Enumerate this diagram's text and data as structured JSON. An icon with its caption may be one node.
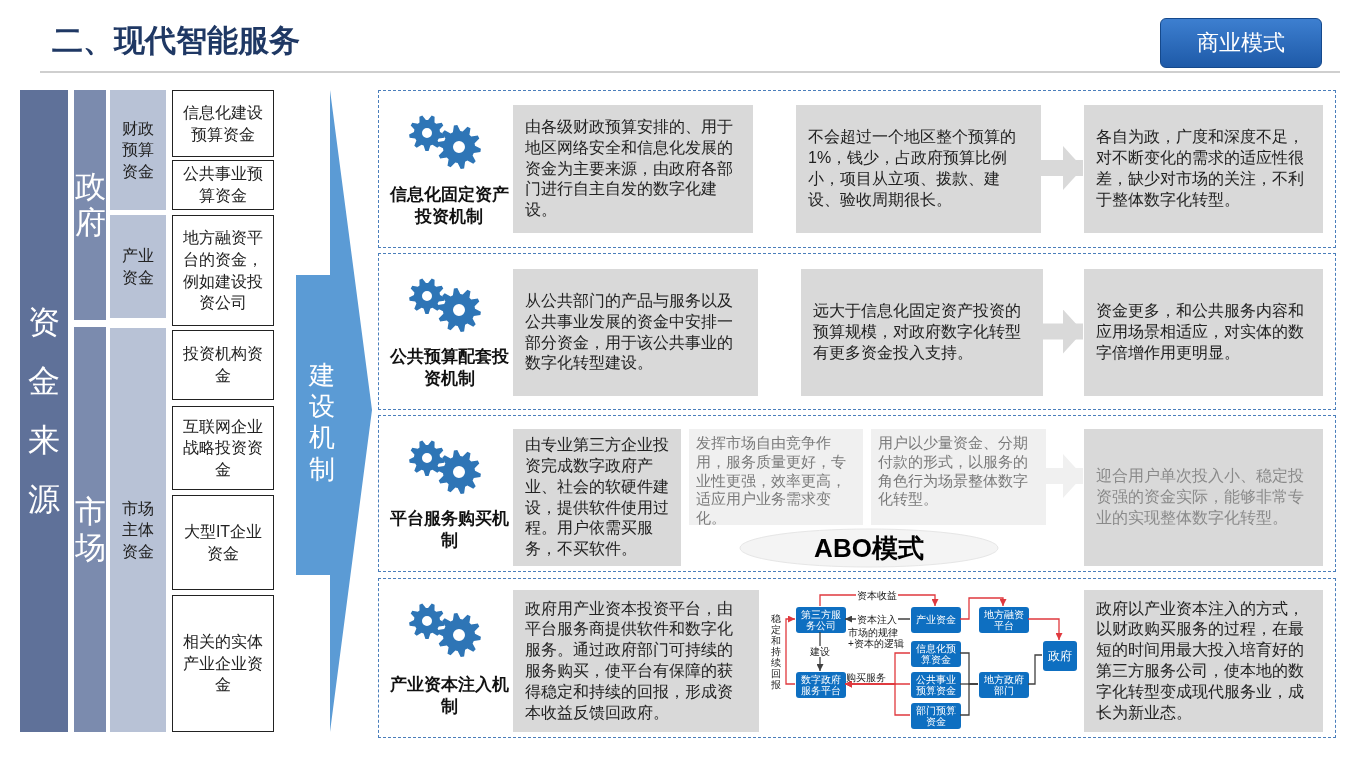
{
  "diagram": {
    "title": "二、现代智能服务",
    "nodes": [
      {
        "text": [
          "资金来源"
        ]
      },
      {
        "text": [
          "政府"
        ]
      },
      {
        "text": [
          "市场"
        ]
      },
      {
        "text": [
          "财政预算资金"
        ]
      },
      {
        "text": [
          "产业资金"
        ]
      },
      {
        "text": [
          "市场主体资金"
        ]
      },
      {
        "text": [
          "信息化建设预算资金"
        ]
      },
      {
        "text": [
          "公共事业预算资金"
        ]
      },
      {
        "text": [
          "地方融资平台的资金，例如建设投资公司"
        ]
      },
      {
        "text": [
          "投资机构资金"
        ]
      },
      {
        "text": [
          "互联网企业战略投资资金"
        ]
      },
      {
        "text": [
          "大型IT企业资金"
        ]
      },
      {
        "text": [
          "相关的实体产业企业资金"
        ]
      },
      {
        "text": [
          "建设机制"
        ]
      },
      {
        "text": [
          "商业模式"
        ]
      },
      {
        "text": [],
        "shape": "box"
      },
      {
        "text": [
          "信息化固定资产投资机制"
        ],
        "in": 15
      },
      {
        "text": [
          "由各级财政预算安排的、用于地区网络安全和信息化发展的资金为主要来源，由政府各部门进行自主自发的数字化建设。"
        ],
        "in": 15
      },
      {
        "text": [
          "不会超过一个地区整个预算的1%，钱少，占政府预算比例小，项目从立项、拨款、建设、验收周期很长。"
        ],
        "in": 15
      },
      {
        "text": [
          "各自为政，广度和深度不足，对不断变化的需求的适应性很差，缺少对市场的关注，不利于整体数字化转型。"
        ],
        "in": 15
      },
      {
        "text": [],
        "shape": "box"
      },
      {
        "text": [
          "公共预算配套投资机制"
        ],
        "in": 20
      },
      {
        "text": [
          "从公共部门的产品与服务以及公共事业发展的资金中安排一部分资金，用于该公共事业的数字化转型建设。"
        ],
        "in": 20
      },
      {
        "text": [
          "远大于信息化固定资产投资的预算规模，对政府数字化转型有更多资金投入支持。"
        ],
        "in": 20
      },
      {
        "text": [
          "资金更多，和公共服务内容和应用场景相适应，对实体的数字倍增作用更明显。"
        ],
        "in": 20
      },
      {
        "text": [],
        "shape": "box"
      },
      {
        "text": [
          "平台服务购买机制"
        ],
        "in": 25
      },
      {
        "text": [
          "由专业第三方企业投资完成数字政府产业、社会的软硬件建设，提供软件使用过程。用户依需买服务，不买软件。"
        ],
        "in": 25
      },
      {
        "text": [
          "发挥市场自由竞争作用，服务质量更好，专业性更强，效率更高，适应用户业务需求变化。"
        ],
        "in": 25
      },
      {
        "text": [
          "用户以少量资金、分期付款的形式，以服务的角色行为场景整体数字化转型。"
        ],
        "in": 25
      },
      {
        "text": [
          "迎合用户单次投入小、稳定投资强的资金实际，能够非常专业的实现整体数字化转型。"
        ],
        "in": 25
      },
      {
        "text": [
          "ABO模式"
        ],
        "in": 25
      },
      {
        "text": [],
        "shape": "box"
      },
      {
        "text": [
          "产业资本注入机制"
        ],
        "in": 32
      },
      {
        "text": [
          "政府用产业资本投资平台，由平台服务商提供软件和数字化服务。通过政府部门可持续的服务购买，使平台有保障的获得稳定和持续的回报，形成资本收益反馈回政府。"
        ],
        "in": 32
      },
      {
        "text": [
          "第三方服务公司"
        ],
        "in": 32
      },
      {
        "text": [
          "产业资金"
        ],
        "in": 32
      },
      {
        "text": [
          "地方融资平台"
        ],
        "in": 32
      },
      {
        "text": [
          "政府"
        ],
        "in": 32
      },
      {
        "text": [
          "信息化预算资金"
        ],
        "in": 32
      },
      {
        "text": [
          "公共事业预算资金"
        ],
        "in": 32
      },
      {
        "text": [
          "地方政府部门"
        ],
        "in": 32
      },
      {
        "text": [
          "数字政府服务平台"
        ],
        "in": 32
      },
      {
        "text": [
          "部门预算资金"
        ],
        "in": 32
      },
      {
        "text": [
          "政府以产业资本注入的方式，以财政购买服务的过程，在最短的时间用最大投入培育好的第三方服务公司，使本地的数字化转型变成现代服务业，成长为新业态。"
        ],
        "in": 32
      }
    ],
    "edges": [
      {
        "from": 18,
        "to": 19,
        "arrow": "to",
        "style": "thick",
        "color": "#d9d9d9"
      },
      {
        "from": 23,
        "to": 24,
        "arrow": "to",
        "style": "thick",
        "color": "#d9d9d9"
      },
      {
        "from": 29,
        "to": 30,
        "arrow": "to",
        "style": "thick",
        "color": "#f0f0f0"
      },
      {
        "from": 35,
        "to": 36,
        "arrow": "to",
        "label": "资本收益"
      },
      {
        "from": 36,
        "to": 35,
        "arrow": "to",
        "label": "资本注入",
        "color": "#404040"
      },
      {
        "from": 36,
        "to": 37,
        "arrow": "to"
      },
      {
        "from": 37,
        "to": 38,
        "arrow": "to"
      },
      {
        "from": 41,
        "to": 38,
        "arrow": "none",
        "color": "#404040"
      },
      {
        "from": 39,
        "to": 41,
        "arrow": "none",
        "color": "#404040"
      },
      {
        "from": 40,
        "to": 41,
        "arrow": "none",
        "color": "#404040"
      },
      {
        "from": 43,
        "to": 41,
        "arrow": "none",
        "color": "#404040"
      },
      {
        "from": 39,
        "to": 42,
        "arrow": "to",
        "label": "购买服务"
      },
      {
        "from": 40,
        "to": 42,
        "arrow": "to"
      },
      {
        "from": 43,
        "to": 42,
        "arrow": "to"
      },
      {
        "from": 35,
        "to": 42,
        "arrow": "to",
        "label": "建设",
        "color": "#404040"
      },
      {
        "from": 42,
        "to": 35,
        "arrow": "to",
        "label": "稳定和持续回报"
      }
    ],
    "labels": [
      "市场的规律+资本的逻辑"
    ]
  }
}
